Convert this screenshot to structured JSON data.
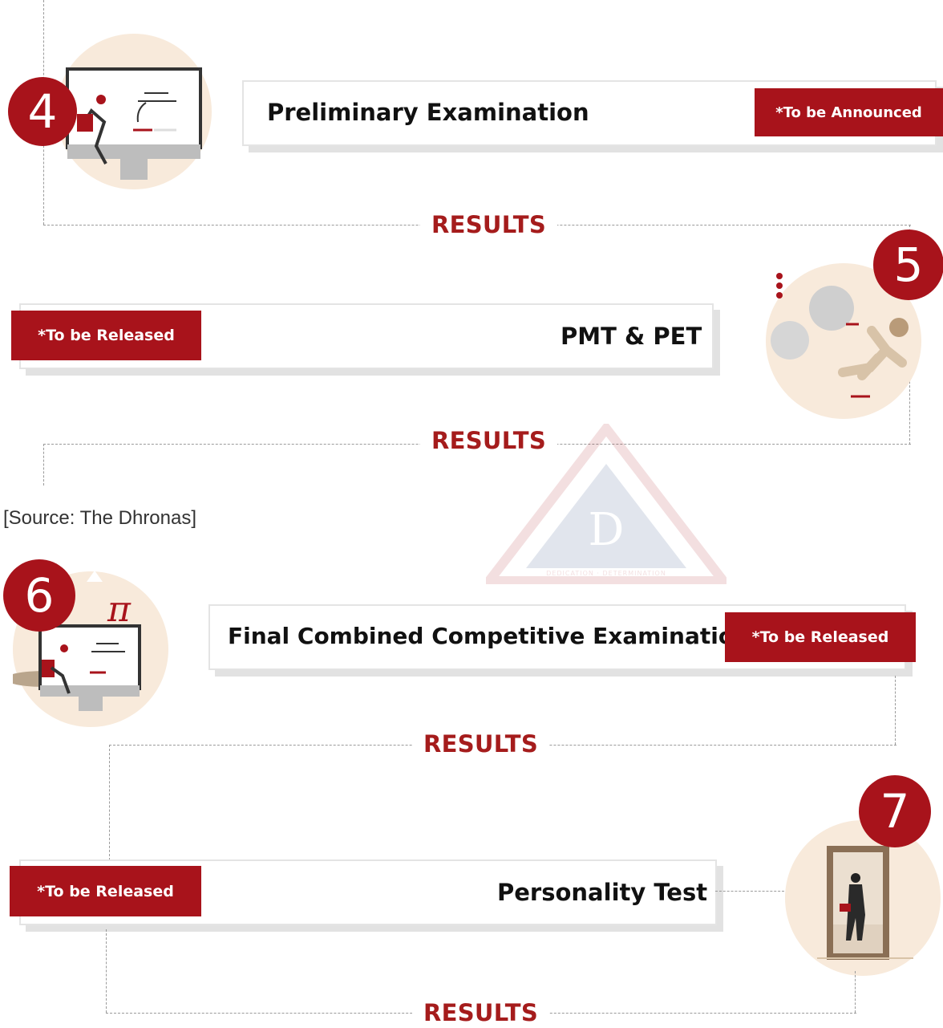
{
  "stages": [
    {
      "number": "4",
      "title": "Preliminary Examination",
      "status": "*To be Announced"
    },
    {
      "number": "5",
      "title": "PMT & PET",
      "status": "*To be Released"
    },
    {
      "number": "6",
      "title": "Final Combined Competitive Examination",
      "status": "*To be Released"
    },
    {
      "number": "7",
      "title": "Personality Test",
      "status": "*To be Released"
    }
  ],
  "results_label": "RESULTS",
  "source": "[Source: The Dhronas]",
  "watermark": {
    "letter": "D",
    "text": "DEDICATION · DETERMINATION"
  },
  "icons": {
    "pi": "π"
  },
  "colors": {
    "accent": "#a8131b",
    "illustration_bg": "#f8eadb",
    "results_text": "#a51c1c"
  }
}
